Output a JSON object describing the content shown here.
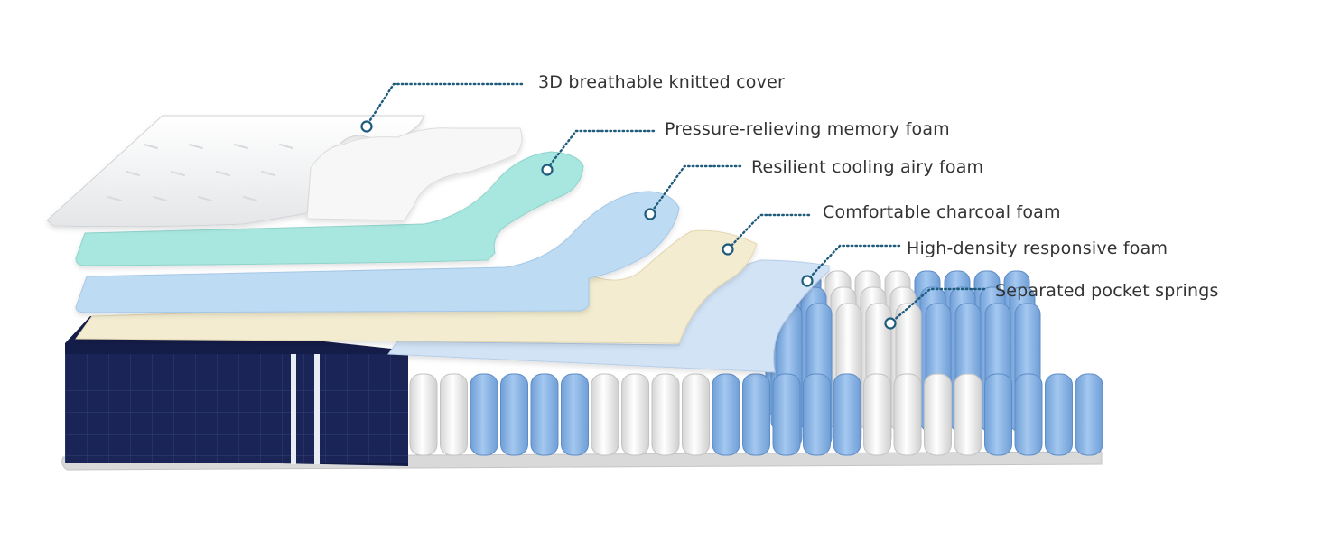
{
  "layers": [
    {
      "id": "cover",
      "label": "3D breathable knitted cover",
      "color": "#f4f5f6"
    },
    {
      "id": "memory",
      "label": "Pressure-relieving memory foam",
      "color": "#a8e6e0"
    },
    {
      "id": "cooling",
      "label": "Resilient cooling airy foam",
      "color": "#bddbf2"
    },
    {
      "id": "charcoal",
      "label": "Comfortable charcoal foam",
      "color": "#f3ecd0"
    },
    {
      "id": "high-density",
      "label": "High-density responsive foam",
      "color": "#d2e3f6"
    },
    {
      "id": "springs",
      "label": "Separated pocket springs",
      "color": "#8cb8ea"
    }
  ],
  "colors": {
    "callout_line": "#1e5b7c",
    "side_panel": "#1a2456",
    "spring_blue": "#8cb8ea",
    "spring_white": "#f2f2f2",
    "label_text": "#333333"
  }
}
